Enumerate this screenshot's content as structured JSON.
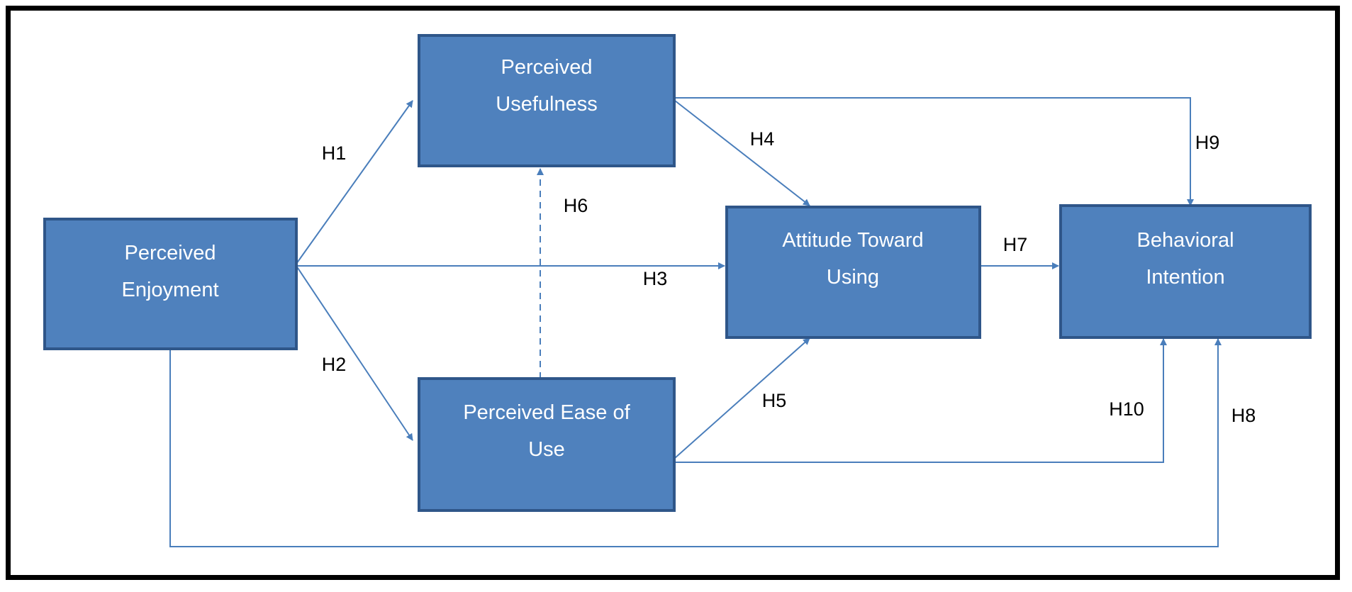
{
  "colors": {
    "node_fill": "#4f81bd",
    "node_stroke": "#2f5689",
    "edge": "#4a7ebb",
    "label": "#000000"
  },
  "nodes": {
    "perceived_usefulness": {
      "lines": [
        "Perceived",
        "Usefulness"
      ]
    },
    "perceived_enjoyment": {
      "lines": [
        "Perceived",
        "Enjoyment"
      ]
    },
    "perceived_ease_of_use": {
      "lines": [
        "Perceived Ease of",
        "Use"
      ]
    },
    "attitude_toward_using": {
      "lines": [
        "Attitude Toward",
        "Using"
      ]
    },
    "behavioral_intention": {
      "lines": [
        "Behavioral",
        "Intention"
      ]
    }
  },
  "edges": [
    {
      "id": "h1",
      "label": "H1",
      "from": "Perceived Enjoyment",
      "to": "Perceived Usefulness",
      "style": "solid"
    },
    {
      "id": "h2",
      "label": "H2",
      "from": "Perceived Enjoyment",
      "to": "Perceived Ease of Use",
      "style": "solid"
    },
    {
      "id": "h3",
      "label": "H3",
      "from": "Perceived Enjoyment",
      "to": "Attitude Toward Using",
      "style": "solid"
    },
    {
      "id": "h4",
      "label": "H4",
      "from": "Perceived Usefulness",
      "to": "Attitude Toward Using",
      "style": "solid"
    },
    {
      "id": "h5",
      "label": "H5",
      "from": "Perceived Ease of Use",
      "to": "Attitude Toward Using",
      "style": "solid"
    },
    {
      "id": "h6",
      "label": "H6",
      "from": "Perceived Ease of Use",
      "to": "Perceived Usefulness",
      "style": "dashed"
    },
    {
      "id": "h7",
      "label": "H7",
      "from": "Attitude Toward Using",
      "to": "Behavioral Intention",
      "style": "solid"
    },
    {
      "id": "h8",
      "label": "H8",
      "from": "Perceived Enjoyment",
      "to": "Behavioral Intention",
      "style": "solid"
    },
    {
      "id": "h9",
      "label": "H9",
      "from": "Perceived Usefulness",
      "to": "Behavioral Intention",
      "style": "solid"
    },
    {
      "id": "h10",
      "label": "H10",
      "from": "Perceived Ease of Use",
      "to": "Behavioral Intention",
      "style": "solid"
    }
  ]
}
